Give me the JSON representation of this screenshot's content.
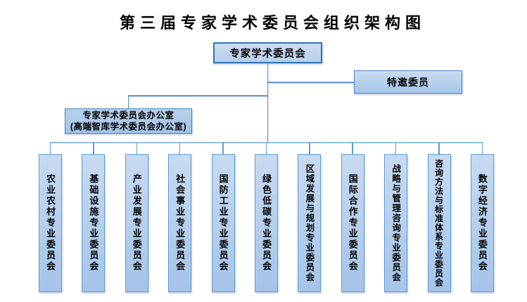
{
  "title": "第三届专家学术委员会组织架构图",
  "org_chart": {
    "root": {
      "label": "专家学术委员会"
    },
    "invited": {
      "label": "特邀委员"
    },
    "office": {
      "line1": "专家学术委员会办公室",
      "line2": "(高端智库学术委员会办公室)"
    },
    "committees": [
      {
        "label": "农业农村专业委员会"
      },
      {
        "label": "基础设施专业委员会"
      },
      {
        "label": "产业发展专业委员会"
      },
      {
        "label": "社会事业专业委员会"
      },
      {
        "label": "国防工业专业委员会"
      },
      {
        "label": "绿色低碳专业委员会"
      },
      {
        "label": "区域发展与规划专业委员会"
      },
      {
        "label": "国际合作专业委员会"
      },
      {
        "label": "战略与管理咨询专业委员会"
      },
      {
        "label": "咨询方法与标准体系专业委员会"
      },
      {
        "label": "数字经济专业委员会"
      }
    ],
    "colors": {
      "box_fill_light": "#C7DAF1",
      "box_fill_dark": "#A5C4E9",
      "box_border": "#5B9BD5",
      "root_border": "#2E75B6",
      "secondary_border": "#4A80BE",
      "connector": "#5B9BD5",
      "text": "#000000",
      "background": "#FFFFFF"
    }
  }
}
